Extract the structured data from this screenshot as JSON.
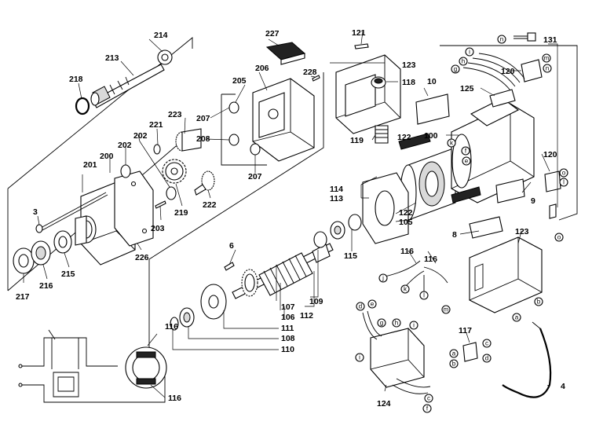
{
  "labels": {
    "l3": "3",
    "l4": "4",
    "l6": "6",
    "l8": "8",
    "l9": "9",
    "l10": "10",
    "l100": "100",
    "l105": "105",
    "l106": "106",
    "l107": "107",
    "l108": "108",
    "l109": "109",
    "l110": "110",
    "l111": "111",
    "l112": "112",
    "l113": "113",
    "l114": "114",
    "l115": "115",
    "l116a": "116",
    "l116b": "116",
    "l116c": "116",
    "l116d": "116",
    "l117": "117",
    "l118": "118",
    "l119": "119",
    "l120a": "120",
    "l120b": "120",
    "l121": "121",
    "l122a": "122",
    "l122b": "122",
    "l123a": "123",
    "l123b": "123",
    "l124": "124",
    "l125": "125",
    "l131": "131",
    "l200": "200",
    "l201": "201",
    "l202a": "202",
    "l202b": "202",
    "l203": "203",
    "l205": "205",
    "l206": "206",
    "l207a": "207",
    "l207b": "207",
    "l208": "208",
    "l213": "213",
    "l214": "214",
    "l215": "215",
    "l216": "216",
    "l217": "217",
    "l218": "218",
    "l219": "219",
    "l221": "221",
    "l222": "222",
    "l223": "223",
    "l226": "226",
    "l227": "227",
    "l228": "228"
  },
  "connectors": {
    "a1": "a",
    "b1": "b",
    "c1": "c",
    "d1": "d",
    "a2": "a",
    "b2": "b",
    "c2": "c",
    "d2": "d",
    "e1": "e",
    "e2": "e",
    "f1": "f",
    "f2": "f",
    "g1": "g",
    "g2": "g",
    "h1": "h",
    "h2": "h",
    "i1": "i",
    "i2": "i",
    "i3": "i",
    "j1": "j",
    "k1": "k",
    "k2": "k",
    "l1": "l",
    "l2": "l",
    "m1": "m",
    "m2": "m",
    "n1": "n",
    "n2": "n",
    "o1": "o",
    "o2": "o"
  }
}
